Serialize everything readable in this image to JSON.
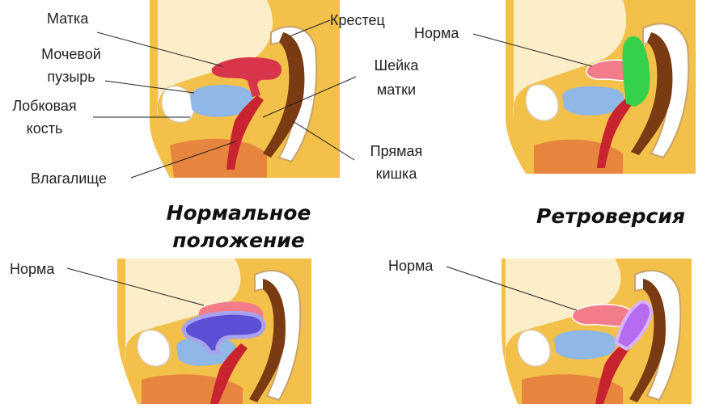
{
  "panels": {
    "normal": {
      "caption_line1": "Нормальное",
      "caption_line2": "положение",
      "labels": {
        "uterus": "Матка",
        "bladder_line1": "Мочевой",
        "bladder_line2": "пузырь",
        "pubic_line1": "Лобковая",
        "pubic_line2": "кость",
        "vagina": "Влагалище",
        "sacrum": "Крестец",
        "cervix_line1": "Шейка",
        "cervix_line2": "матки",
        "rectum_line1": "Прямая",
        "rectum_line2": "кишка"
      }
    },
    "retroversion": {
      "caption": "Ретроверсия",
      "norm_label": "Норма",
      "highlight_color": "#35d14a"
    },
    "bottom_left": {
      "norm_label": "Норма",
      "highlight_color": "#5b4fd6"
    },
    "bottom_right": {
      "norm_label": "Норма",
      "highlight_color": "#b56cf0"
    }
  },
  "colors": {
    "fat": "#f3c04a",
    "skin_cream": "#fbeec8",
    "uterus": "#d8344a",
    "bladder": "#8fb8e6",
    "bone": "#ffffff",
    "rectum": "#7a3a12",
    "vagina": "#c7242f",
    "sacrum_outline": "#8a6030",
    "buttock": "#e7843e",
    "norm_uterus": "#f27c8a"
  }
}
